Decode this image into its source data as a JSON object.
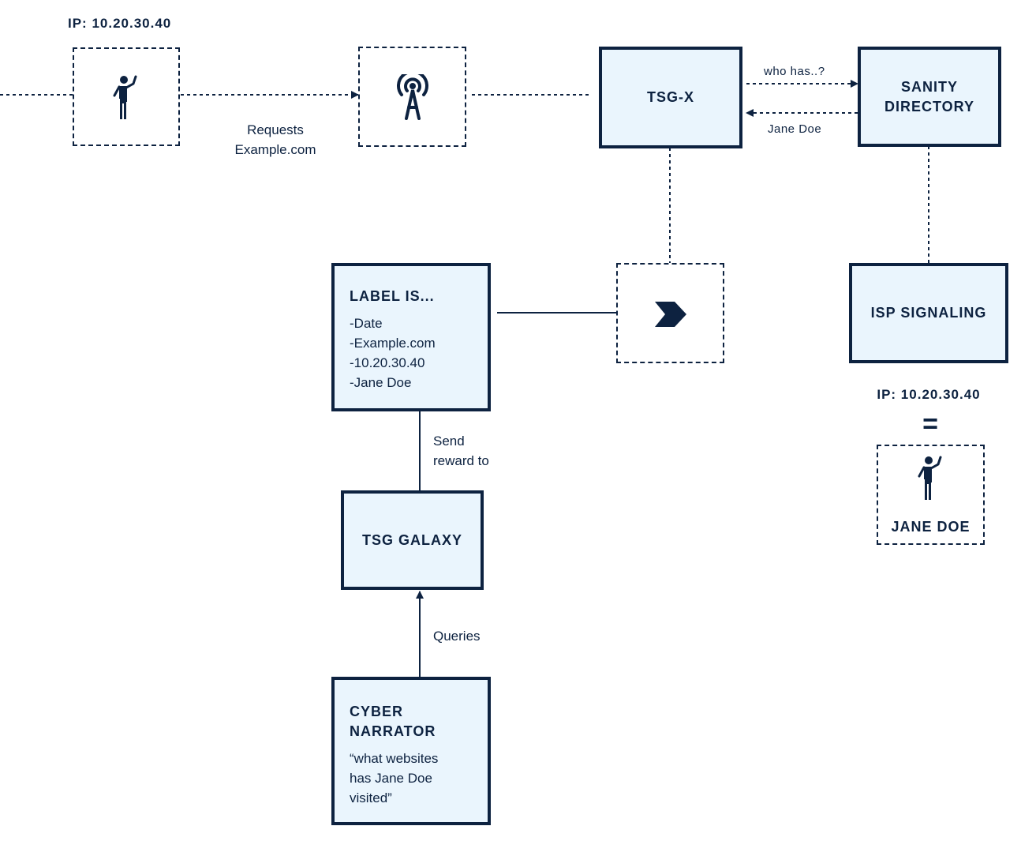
{
  "top_left": {
    "ip_label": "IP: 10.20.30.40",
    "request_label": [
      "Requests",
      "Example.com"
    ]
  },
  "tsgx": {
    "title": "TSG-X"
  },
  "sanity": {
    "title": [
      "SANITY",
      "DIRECTORY"
    ]
  },
  "exchange": {
    "query": "who has..?",
    "reply": "Jane Doe"
  },
  "label_box": {
    "title": "LABEL IS...",
    "items": [
      "-Date",
      "-Example.com",
      "-10.20.30.40",
      "-Jane Doe"
    ]
  },
  "isp": {
    "title": "ISP SIGNALING"
  },
  "right_user": {
    "ip_label": "IP: 10.20.30.40",
    "equals": "=",
    "name": "JANE DOE"
  },
  "reward_label": [
    "Send",
    "reward to"
  ],
  "galaxy": {
    "title": "TSG GALAXY"
  },
  "queries_label": "Queries",
  "narrator": {
    "title": [
      "CYBER",
      "NARRATOR"
    ],
    "quote": [
      "“what websites",
      "has Jane Doe",
      "visited”"
    ]
  },
  "colors": {
    "ink": "#0d2240",
    "fill": "#eaf5fd",
    "background": "#ffffff"
  },
  "icons": [
    "person-waving-icon",
    "radio-tower-icon",
    "chevron-right-icon",
    "person-waving-icon"
  ]
}
